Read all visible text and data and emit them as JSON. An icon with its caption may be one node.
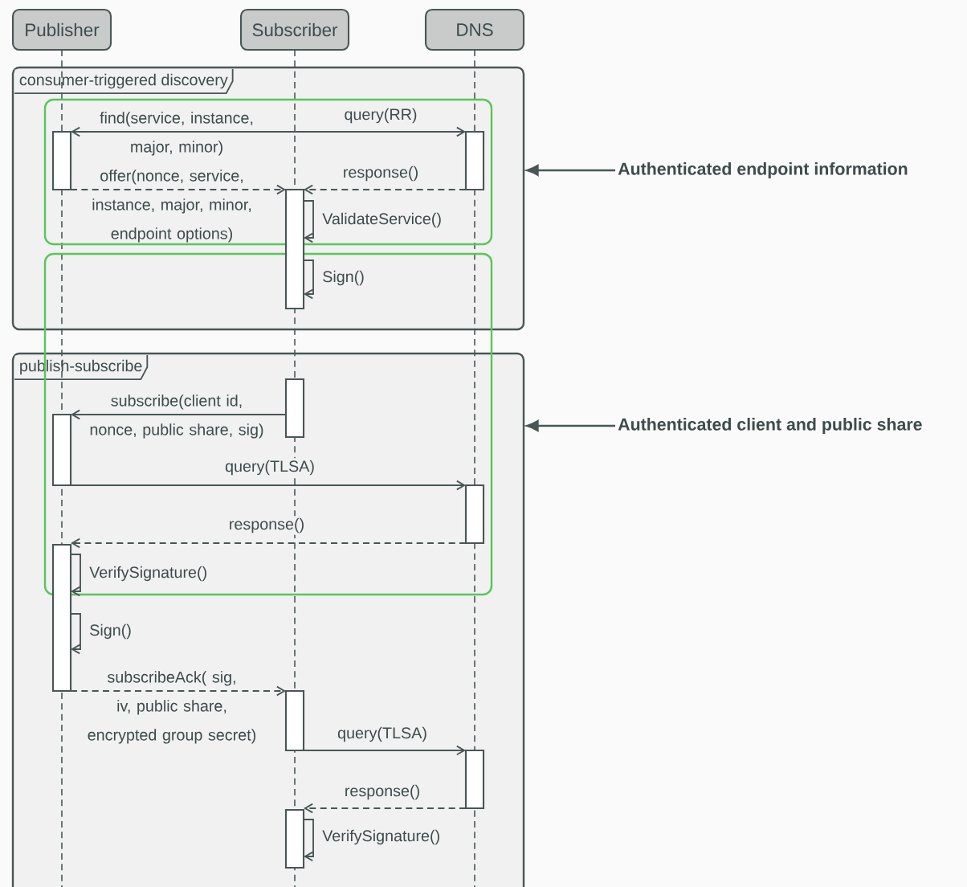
{
  "diagram": {
    "nodes": [
      {
        "text": [
          "Publisher"
        ]
      },
      {
        "text": [
          "Subscriber"
        ]
      },
      {
        "text": [
          "DNS"
        ]
      },
      {
        "text": [
          "consumer-triggered discovery"
        ]
      },
      {
        "text": [
          "publish-subscribe"
        ]
      },
      {
        "text": [
          "Authenticated endpoint information"
        ]
      },
      {
        "text": [
          "Authenticated client and public share"
        ]
      },
      {
        "text": [],
        "shape": "bar",
        "in": 3
      },
      {
        "text": [],
        "shape": "bar",
        "in": 3
      },
      {
        "text": [],
        "shape": "bar",
        "in": 3
      },
      {
        "text": [],
        "shape": "bar",
        "in": 4
      },
      {
        "text": [],
        "shape": "bar",
        "in": 4
      },
      {
        "text": [],
        "shape": "bar",
        "in": 4
      },
      {
        "text": [],
        "shape": "bar",
        "in": 4
      },
      {
        "text": [],
        "shape": "bar",
        "in": 4
      },
      {
        "text": [],
        "shape": "bar",
        "in": 4
      },
      {
        "text": [],
        "shape": "bar",
        "in": 4
      }
    ],
    "edges": [
      {
        "from": null,
        "to": 7,
        "arrow": "to",
        "label": "find(service, instance, major, minor)"
      },
      {
        "from": null,
        "to": 8,
        "arrow": "to",
        "label": "query(RR)"
      },
      {
        "from": 7,
        "to": 9,
        "arrow": "to",
        "style": "dashed",
        "label": "offer(nonce, service, instance, major, minor, endpoint options)"
      },
      {
        "from": 8,
        "to": 9,
        "arrow": "to",
        "style": "dashed",
        "label": "response()"
      },
      {
        "from": 9,
        "to": 9,
        "arrow": "to",
        "label": "ValidateService()"
      },
      {
        "from": 9,
        "to": 9,
        "arrow": "to",
        "label": "Sign()"
      },
      {
        "from": 10,
        "to": 11,
        "arrow": "to",
        "label": "subscribe(client id, nonce, public share, sig)"
      },
      {
        "from": 11,
        "to": 12,
        "arrow": "to",
        "label": "query(TLSA)"
      },
      {
        "from": 12,
        "to": 13,
        "arrow": "to",
        "style": "dashed",
        "label": "response()"
      },
      {
        "from": 13,
        "to": 13,
        "arrow": "to",
        "label": "VerifySignature()"
      },
      {
        "from": 13,
        "to": 13,
        "arrow": "to",
        "label": "Sign()"
      },
      {
        "from": 13,
        "to": 14,
        "arrow": "to",
        "style": "dashed",
        "label": "subscribeAck( sig, iv, public share, encrypted group secret)"
      },
      {
        "from": 14,
        "to": 15,
        "arrow": "to",
        "label": "query(TLSA)"
      },
      {
        "from": 15,
        "to": 16,
        "arrow": "to",
        "style": "dashed",
        "label": "response()"
      },
      {
        "from": 16,
        "to": 16,
        "arrow": "to",
        "label": "VerifySignature()"
      },
      {
        "from": 5,
        "to": 3,
        "arrow": "to"
      },
      {
        "from": 6,
        "to": 4,
        "arrow": "to"
      }
    ]
  }
}
